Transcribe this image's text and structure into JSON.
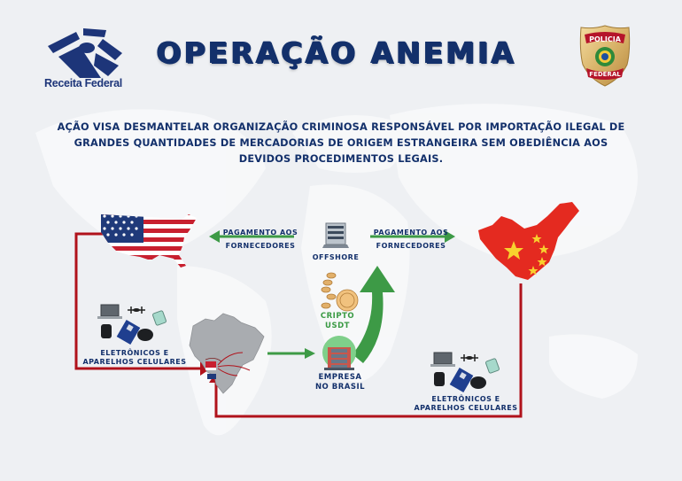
{
  "header": {
    "title": "OPERAÇÃO ANEMIA",
    "left_logo": {
      "icon": "receita-federal-logo-icon",
      "label": "Receita Federal"
    },
    "right_logo": {
      "icon": "policia-federal-badge-icon",
      "top_text": "POLICIA",
      "bottom_text": "FEDERAL"
    }
  },
  "subtitle": {
    "lines": [
      "AÇÃO VISA DESMANTELAR ORGANIZAÇÃO CRIMINOSA RESPONSÁVEL POR IMPORTAÇÃO ILEGAL DE",
      "GRANDES QUANTIDADES DE MERCADORIAS DE ORIGEM ESTRANGEIRA SEM OBEDIÊNCIA AOS",
      "DEVIDOS PROCEDIMENTOS LEGAIS."
    ]
  },
  "diagram": {
    "nodes": {
      "usa": {
        "icon": "usa-flag-map-icon"
      },
      "china": {
        "icon": "china-flag-map-icon"
      },
      "brazil": {
        "icon": "brazil-map-icon"
      },
      "offshore": {
        "icon": "office-building-icon",
        "label": "OFFSHORE"
      },
      "crypto": {
        "icon": "crypto-coins-icon",
        "line1": "CRIPTO",
        "line2": "USDT"
      },
      "empresa": {
        "icon": "company-building-icon",
        "line1": "EMPRESA",
        "line2": "NO BRASIL"
      },
      "goods_left": {
        "icon": "electronics-icon",
        "line1": "ELETRÔNICOS E",
        "line2": "APARELHOS CELULARES"
      },
      "goods_right": {
        "icon": "electronics-icon",
        "line1": "ELETRÔNICOS E",
        "line2": "APARELHOS CELULARES"
      }
    },
    "arrows": {
      "to_usa": {
        "line1": "PAGAMENTO AOS",
        "line2": "FORNECEDORES",
        "color": "#3d9a46"
      },
      "to_china": {
        "line1": "PAGAMENTO AOS",
        "line2": "FORNECEDORES",
        "color": "#3d9a46"
      },
      "brazil_to_empresa": {
        "color": "#3d9a46"
      },
      "crypto_to_offshore": {
        "color": "#3d9a46"
      },
      "goods_flow": {
        "color": "#b0121b"
      }
    }
  },
  "colors": {
    "navy": "#13306b",
    "green": "#3d9a46",
    "red": "#b0121b",
    "background": "#eef0f3"
  }
}
